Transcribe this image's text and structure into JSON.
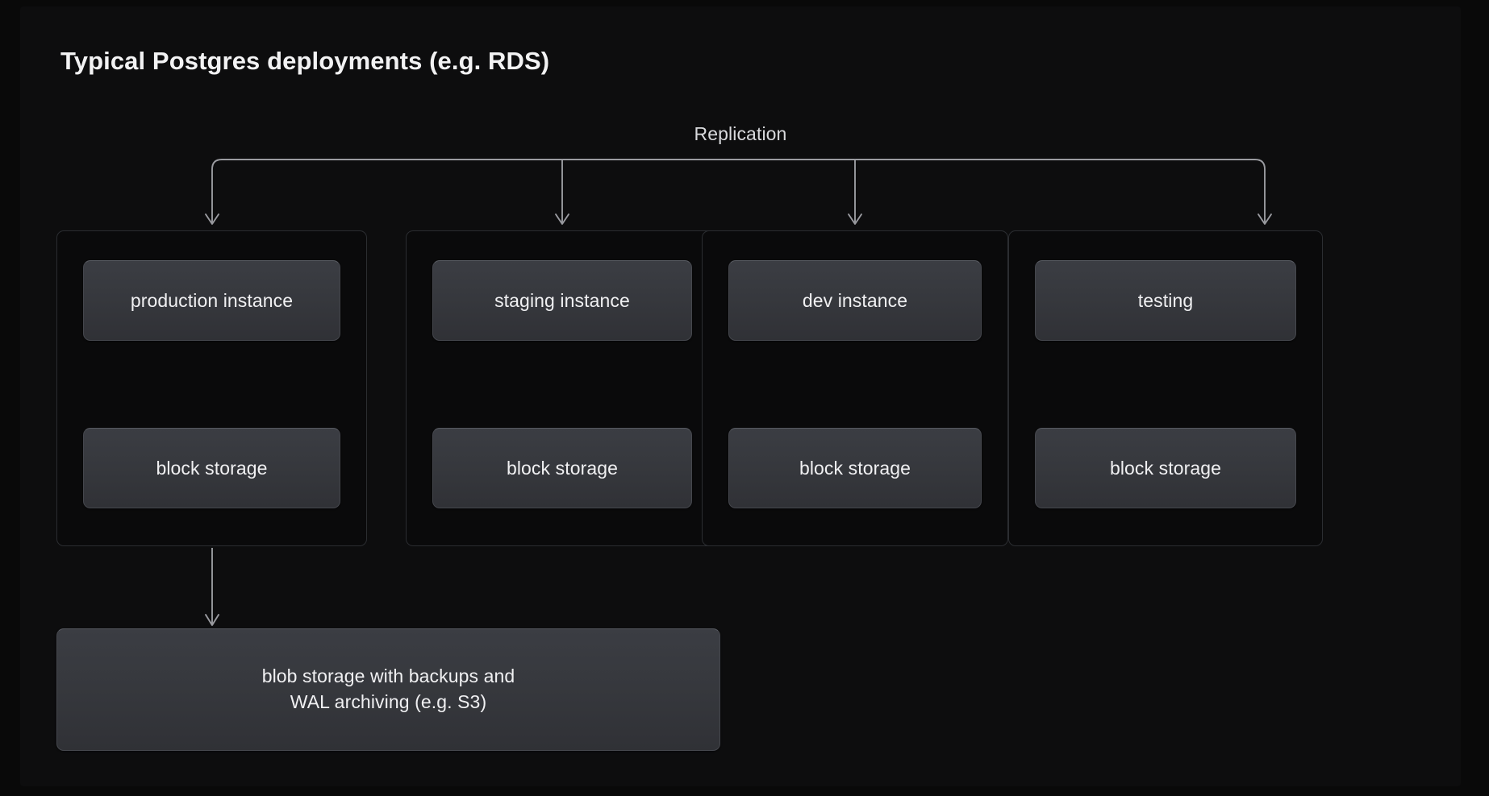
{
  "title": "Typical Postgres deployments (e.g. RDS)",
  "replication": {
    "label": "Replication"
  },
  "colors": {
    "page_background": "#090909",
    "card_background": "#0d0d0e",
    "group_border": "#2b2d31",
    "node_fill": "#36383d",
    "node_border": "#45474d",
    "text": "#f0f0f2",
    "connector": "#9a9ba0"
  },
  "groups": [
    {
      "name": "production",
      "instance": "production instance",
      "storage": "block storage",
      "link": "bidirectional"
    },
    {
      "name": "staging",
      "instance": "staging instance",
      "storage": "block storage",
      "link": "bidirectional"
    },
    {
      "name": "dev",
      "instance": "dev instance",
      "storage": "block storage",
      "link": "bidirectional"
    },
    {
      "name": "testing",
      "instance": "testing",
      "storage": "block storage",
      "link": "bidirectional"
    }
  ],
  "blob_storage": {
    "label": "blob storage with backups and\nWAL archiving (e.g. S3)",
    "source": "production block storage",
    "link": "downward"
  }
}
